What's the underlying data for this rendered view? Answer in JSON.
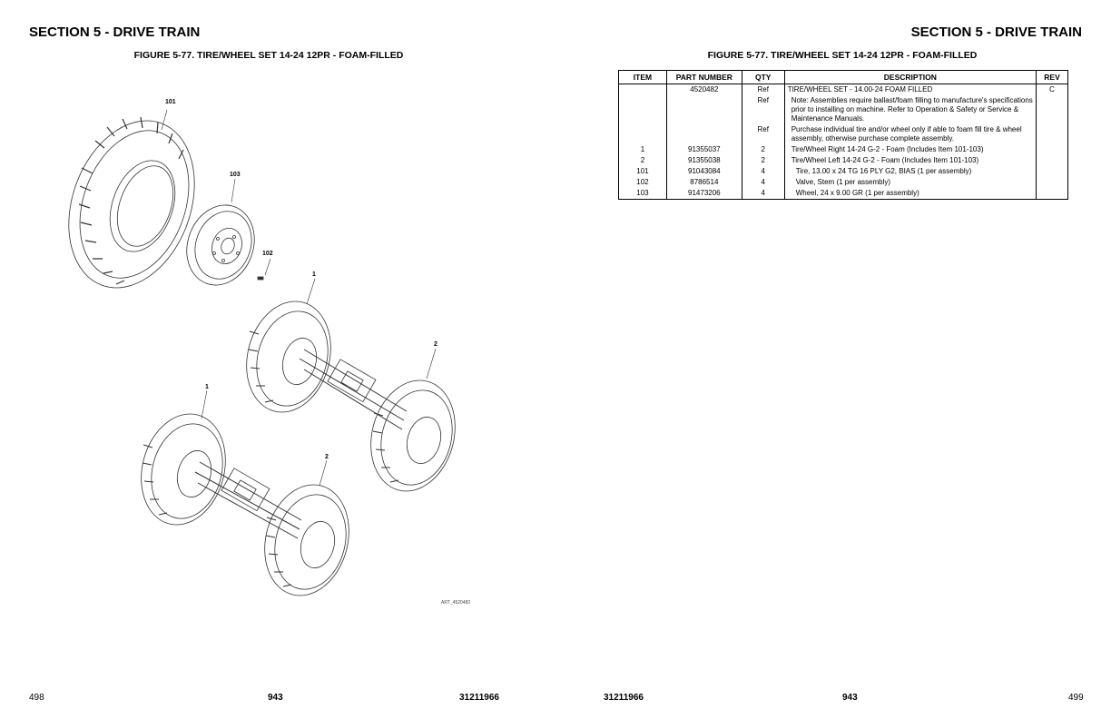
{
  "left_page": {
    "section_title": "SECTION 5 - DRIVE TRAIN",
    "figure_title": "FIGURE 5-77. TIRE/WHEEL SET 14-24 12PR - FOAM-FILLED",
    "callouts": [
      "101",
      "103",
      "102",
      "1",
      "2",
      "1",
      "2"
    ],
    "art_number": "ART_4520482",
    "footer": {
      "page": "498",
      "doc_page": "943",
      "doc_number": "31211966"
    }
  },
  "right_page": {
    "section_title": "SECTION 5 - DRIVE TRAIN",
    "figure_title": "FIGURE 5-77. TIRE/WHEEL SET 14-24 12PR - FOAM-FILLED",
    "table": {
      "headers": [
        "ITEM",
        "PART NUMBER",
        "QTY",
        "DESCRIPTION",
        "REV"
      ],
      "rows": [
        [
          "",
          "4520482",
          "Ref",
          "TIRE/WHEEL SET - 14.00-24 FOAM FILLED",
          "C"
        ],
        [
          "",
          "",
          "Ref",
          "Note: Assemblies require ballast/foam filling to manufacture's specifications prior to installing on machine. Refer to Operation & Safety or Service & Maintenance Manuals.",
          ""
        ],
        [
          "",
          "",
          "Ref",
          "Purchase individual tire and/or wheel only if able to foam fill tire & wheel assembly, otherwise purchase complete assembly.",
          ""
        ],
        [
          "1",
          "91355037",
          "2",
          "Tire/Wheel Right 14-24 G-2 - Foam (Includes Item 101-103)",
          ""
        ],
        [
          "2",
          "91355038",
          "2",
          "Tire/Wheel Left 14-24 G-2 - Foam (Includes Item 101-103)",
          ""
        ],
        [
          "101",
          "91043084",
          "4",
          "Tire, 13.00 x 24 TG 16 PLY G2, BIAS (1 per assembly)",
          ""
        ],
        [
          "102",
          "8786514",
          "4",
          "Valve, Stem (1 per assembly)",
          ""
        ],
        [
          "103",
          "91473206",
          "4",
          "Wheel, 24 x 9.00 GR (1 per assembly)",
          ""
        ]
      ]
    },
    "footer": {
      "doc_number": "31211966",
      "doc_page": "943",
      "page": "499"
    }
  }
}
